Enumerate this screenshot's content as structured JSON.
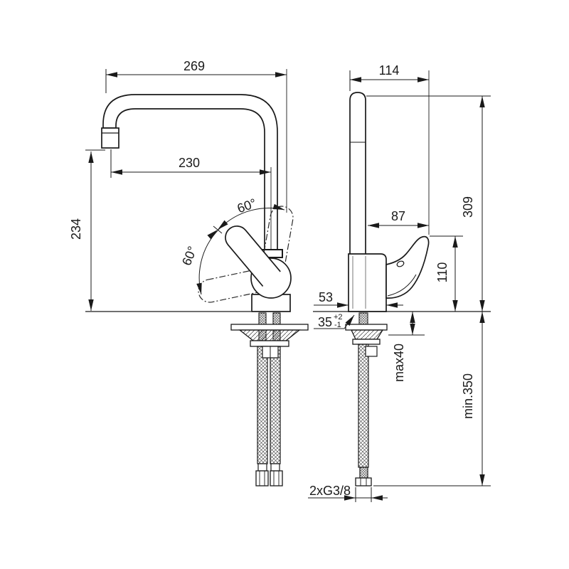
{
  "front_view": {
    "dim_overall_reach": "269",
    "dim_spout_reach": "230",
    "dim_outlet_height": "234",
    "dim_swivel_upper": "60°",
    "dim_swivel_lower": "60°"
  },
  "side_view": {
    "dim_overall_depth": "114",
    "dim_handle_reach": "87",
    "dim_overall_height": "309",
    "dim_handle_height": "110",
    "dim_body_depth": "53",
    "dim_mounting_hole": "35",
    "dim_mounting_hole_tol_plus": "+2",
    "dim_mounting_hole_tol_minus": "-1",
    "dim_max_deck_thickness": "max40",
    "dim_min_hose_length": "min.350",
    "dim_hose_connection": "2xG3/8"
  },
  "colors": {
    "line": "#1a1a1a",
    "background": "#ffffff"
  }
}
